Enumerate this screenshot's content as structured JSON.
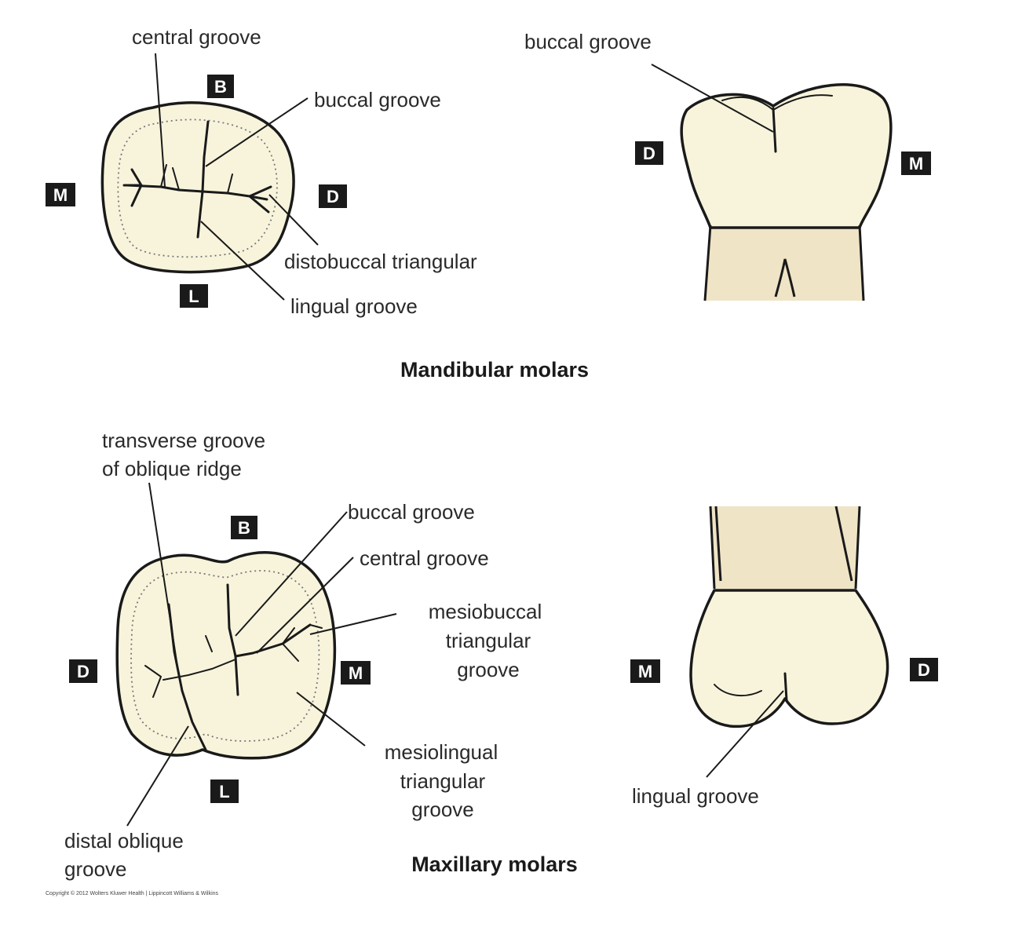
{
  "mandibular": {
    "title": "Mandibular molars",
    "occlusal_labels": {
      "central_groove": "central groove",
      "buccal_groove": "buccal groove",
      "distobuccal_triangular": "distobuccal triangular",
      "lingual_groove": "lingual groove"
    },
    "buccal_view_labels": {
      "buccal_groove": "buccal groove"
    },
    "directions": {
      "occlusal": [
        "B",
        "M",
        "D",
        "L"
      ],
      "buccal_view": [
        "D",
        "M"
      ]
    }
  },
  "maxillary": {
    "title": "Maxillary molars",
    "occlusal_labels": {
      "transverse_line1": "transverse groove",
      "transverse_line2": "of oblique ridge",
      "buccal_groove": "buccal groove",
      "central_groove": "central groove",
      "mesiobuccal_line1": "mesiobuccal",
      "mesiobuccal_line2": "triangular",
      "mesiobuccal_line3": "groove",
      "mesiolingual_line1": "mesiolingual",
      "mesiolingual_line2": "triangular",
      "mesiolingual_line3": "groove",
      "distal_oblique_line1": "distal oblique",
      "distal_oblique_line2": "groove"
    },
    "lingual_view_labels": {
      "lingual_groove": "lingual groove"
    },
    "directions": {
      "occlusal": [
        "B",
        "D",
        "M",
        "L"
      ],
      "lingual_view": [
        "M",
        "D"
      ]
    }
  },
  "copyright": "Copyright © 2012 Wolters Kluwer Health | Lippincott Williams & Wilkins",
  "colors": {
    "enamel": "#f8f4dc",
    "root": "#efe4c6",
    "ink": "#1a1a1a"
  }
}
